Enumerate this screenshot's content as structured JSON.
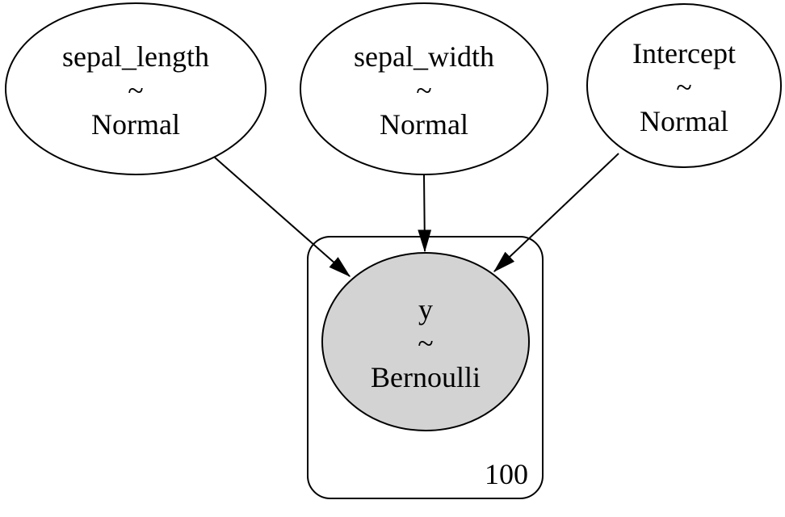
{
  "diagram": {
    "kind": "plate-notation-graphical-model",
    "background_color": "#ffffff",
    "stroke_color": "#000000",
    "observed_fill_color": "#d3d3d3",
    "unobserved_fill_color": "#ffffff",
    "nodes": [
      {
        "name": "sepal_length",
        "relation": "~",
        "distribution": "Normal",
        "observed": false
      },
      {
        "name": "sepal_width",
        "relation": "~",
        "distribution": "Normal",
        "observed": false
      },
      {
        "name": "Intercept",
        "relation": "~",
        "distribution": "Normal",
        "observed": false
      },
      {
        "name": "y",
        "relation": "~",
        "distribution": "Bernoulli",
        "observed": true
      }
    ],
    "edges": [
      {
        "from": "sepal_length",
        "to": "y"
      },
      {
        "from": "sepal_width",
        "to": "y"
      },
      {
        "from": "Intercept",
        "to": "y"
      }
    ],
    "plate": {
      "count": "100",
      "contains": "y"
    }
  }
}
